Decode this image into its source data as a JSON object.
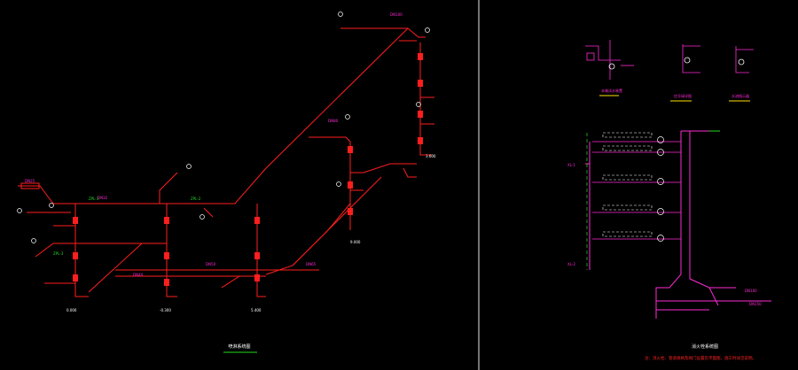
{
  "colors": {
    "background": "#000000",
    "pipe_red": "#ff1e1e",
    "pipe_magenta": "#ff2bd6",
    "text_white": "#ffffff",
    "accent_green": "#22dd22",
    "note_red": "#ff2020",
    "label_yellow": "#ffe000",
    "divider": "#e8e8e8"
  },
  "left_panel": {
    "title": "喷淋系统图",
    "tags": [
      "DN100",
      "DN80",
      "DN65",
      "DN50",
      "DN40",
      "DN32",
      "DN25"
    ],
    "level_labels": [
      "3.600",
      "0.000",
      "-0.300",
      "5.400",
      "9.000"
    ],
    "riser_labels": [
      "ZPL-1",
      "ZPL-2",
      "ZPL-3"
    ]
  },
  "right_panel": {
    "title": "消火栓系统图",
    "note": "注：消火栓、管道规格及阀门设置见平面图，施工时详见说明。",
    "detail_captions": [
      "末端试水装置",
      "信号阀详图",
      "水流指示器"
    ],
    "floor_labels": [
      "XL-1",
      "XL-2",
      "DN100",
      "DN150"
    ]
  }
}
